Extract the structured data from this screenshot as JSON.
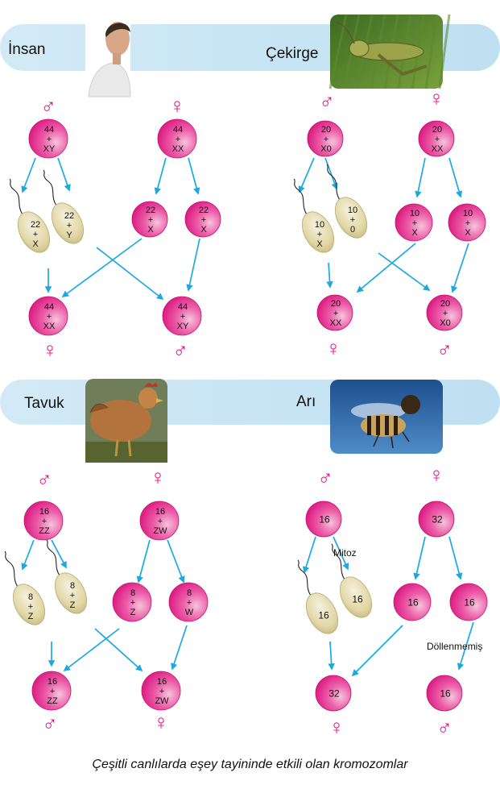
{
  "colors": {
    "band": "#c6e3f3",
    "arrow": "#1ba9e1",
    "symbol": "#e0147f",
    "cell_magenta": "#e3168a",
    "cell_light": "#f3b7d4",
    "sperm_fill": "#e6dcae",
    "sperm_dark": "#b9ad72"
  },
  "caption": "Çeşitli canlılarda eşey tayininde etkili olan kromozomlar",
  "symbols": {
    "male": "♂",
    "female": "♀"
  },
  "panels": [
    {
      "id": "insan",
      "title": "İnsan",
      "photo_icon": "human-photo-icon",
      "parent_male": {
        "symbol": "♂",
        "lines": [
          "44",
          "+",
          "XY"
        ]
      },
      "parent_female": {
        "symbol": "♀",
        "lines": [
          "44",
          "+",
          "XX"
        ]
      },
      "gametes_male": [
        {
          "lines": [
            "22",
            "+",
            "X"
          ]
        },
        {
          "lines": [
            "22",
            "+",
            "Y"
          ]
        }
      ],
      "gametes_female": [
        {
          "lines": [
            "22",
            "+",
            "X"
          ]
        },
        {
          "lines": [
            "22",
            "+",
            "X"
          ]
        }
      ],
      "offspring": [
        {
          "lines": [
            "44",
            "+",
            "XX"
          ],
          "symbol": "♀"
        },
        {
          "lines": [
            "44",
            "+",
            "XY"
          ],
          "symbol": "♂"
        }
      ],
      "labels": []
    },
    {
      "id": "cekirge",
      "title": "Çekirge",
      "photo_icon": "grasshopper-photo-icon",
      "parent_male": {
        "symbol": "♂",
        "lines": [
          "20",
          "+",
          "X0"
        ]
      },
      "parent_female": {
        "symbol": "♀",
        "lines": [
          "20",
          "+",
          "XX"
        ]
      },
      "gametes_male": [
        {
          "lines": [
            "10",
            "+",
            "X"
          ]
        },
        {
          "lines": [
            "10",
            "+",
            "0"
          ]
        }
      ],
      "gametes_female": [
        {
          "lines": [
            "10",
            "+",
            "X"
          ]
        },
        {
          "lines": [
            "10",
            "+",
            "X"
          ]
        }
      ],
      "offspring": [
        {
          "lines": [
            "20",
            "+",
            "XX"
          ],
          "symbol": "♀"
        },
        {
          "lines": [
            "20",
            "+",
            "X0"
          ],
          "symbol": "♂"
        }
      ],
      "labels": []
    },
    {
      "id": "tavuk",
      "title": "Tavuk",
      "photo_icon": "chicken-photo-icon",
      "parent_male": {
        "symbol": "♂",
        "lines": [
          "16",
          "+",
          "ZZ"
        ]
      },
      "parent_female": {
        "symbol": "♀",
        "lines": [
          "16",
          "+",
          "ZW"
        ]
      },
      "gametes_male": [
        {
          "lines": [
            "8",
            "+",
            "Z"
          ]
        },
        {
          "lines": [
            "8",
            "+",
            "Z"
          ]
        }
      ],
      "gametes_female": [
        {
          "lines": [
            "8",
            "+",
            "Z"
          ]
        },
        {
          "lines": [
            "8",
            "+",
            "W"
          ]
        }
      ],
      "offspring": [
        {
          "lines": [
            "16",
            "+",
            "ZZ"
          ],
          "symbol": "♂"
        },
        {
          "lines": [
            "16",
            "+",
            "ZW"
          ],
          "symbol": "♀"
        }
      ],
      "labels": []
    },
    {
      "id": "ari",
      "title": "Arı",
      "photo_icon": "bee-photo-icon",
      "parent_male": {
        "symbol": "♂",
        "lines": [
          "16"
        ]
      },
      "parent_female": {
        "symbol": "♀",
        "lines": [
          "32"
        ]
      },
      "gametes_male": [
        {
          "lines": [
            "16"
          ]
        },
        {
          "lines": [
            "16"
          ]
        }
      ],
      "gametes_female": [
        {
          "lines": [
            "16"
          ]
        },
        {
          "lines": [
            "16"
          ]
        }
      ],
      "offspring": [
        {
          "lines": [
            "32"
          ],
          "symbol": "♀"
        },
        {
          "lines": [
            "16"
          ],
          "symbol": "♂"
        }
      ],
      "labels": [
        {
          "key": "mitoz",
          "text": "Mitoz"
        },
        {
          "key": "dollenmemis",
          "text": "Döllenmemiş"
        }
      ]
    }
  ]
}
